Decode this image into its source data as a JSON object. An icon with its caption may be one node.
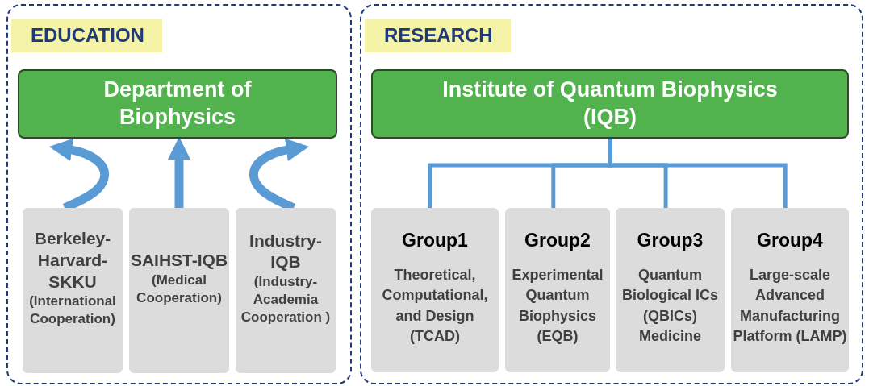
{
  "diagram": {
    "nodes": [
      {
        "text": [
          "EDUCATION"
        ]
      },
      {
        "text": [
          "Department of Biophysics"
        ],
        "in": 0
      },
      {
        "text": [
          "Berkeley-Harvard-SKKU",
          "(International Cooperation)"
        ],
        "in": 0
      },
      {
        "text": [
          "SAIHST-IQB",
          "(Medical Cooperation)"
        ],
        "in": 0
      },
      {
        "text": [
          "Industry-IQB",
          "(Industry-Academia Cooperation )"
        ],
        "in": 0
      },
      {
        "text": [
          "RESEARCH"
        ]
      },
      {
        "text": [
          "Institute of Quantum Biophysics (IQB)"
        ],
        "in": 5
      },
      {
        "text": [
          "Group1",
          "Theoretical, Computational, and Design (TCAD)"
        ],
        "in": 5
      },
      {
        "text": [
          "Group2",
          "Experimental Quantum Biophysics (EQB)"
        ],
        "in": 5
      },
      {
        "text": [
          "Group3",
          "Quantum Biological ICs (QBICs) Medicine"
        ],
        "in": 5
      },
      {
        "text": [
          "Group4",
          "Large-scale Advanced Manufacturing Platform (LAMP)"
        ],
        "in": 5
      }
    ],
    "edges": [
      {
        "from": 2,
        "to": 1,
        "arrow": "to",
        "style": "thick"
      },
      {
        "from": 3,
        "to": 1,
        "arrow": "to",
        "style": "thick"
      },
      {
        "from": 4,
        "to": 1,
        "arrow": "to",
        "style": "thick"
      },
      {
        "from": 6,
        "to": 7,
        "arrow": "none"
      },
      {
        "from": 6,
        "to": 8,
        "arrow": "none"
      },
      {
        "from": 6,
        "to": 9,
        "arrow": "none"
      },
      {
        "from": 6,
        "to": 10,
        "arrow": "none"
      }
    ]
  }
}
